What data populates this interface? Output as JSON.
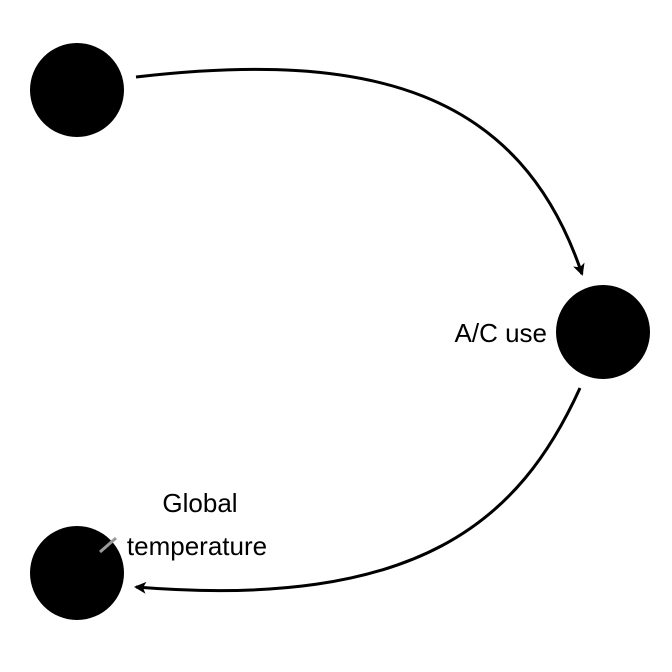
{
  "diagram": {
    "nodes": [
      {
        "id": "top-left",
        "label": ""
      },
      {
        "id": "ac-use",
        "label": "A/C use"
      },
      {
        "id": "global-temperature",
        "label_line1": "Global",
        "label_line2": "temperature"
      }
    ],
    "edges": [
      {
        "from": "top-left",
        "to": "ac-use"
      },
      {
        "from": "ac-use",
        "to": "global-temperature"
      }
    ]
  }
}
